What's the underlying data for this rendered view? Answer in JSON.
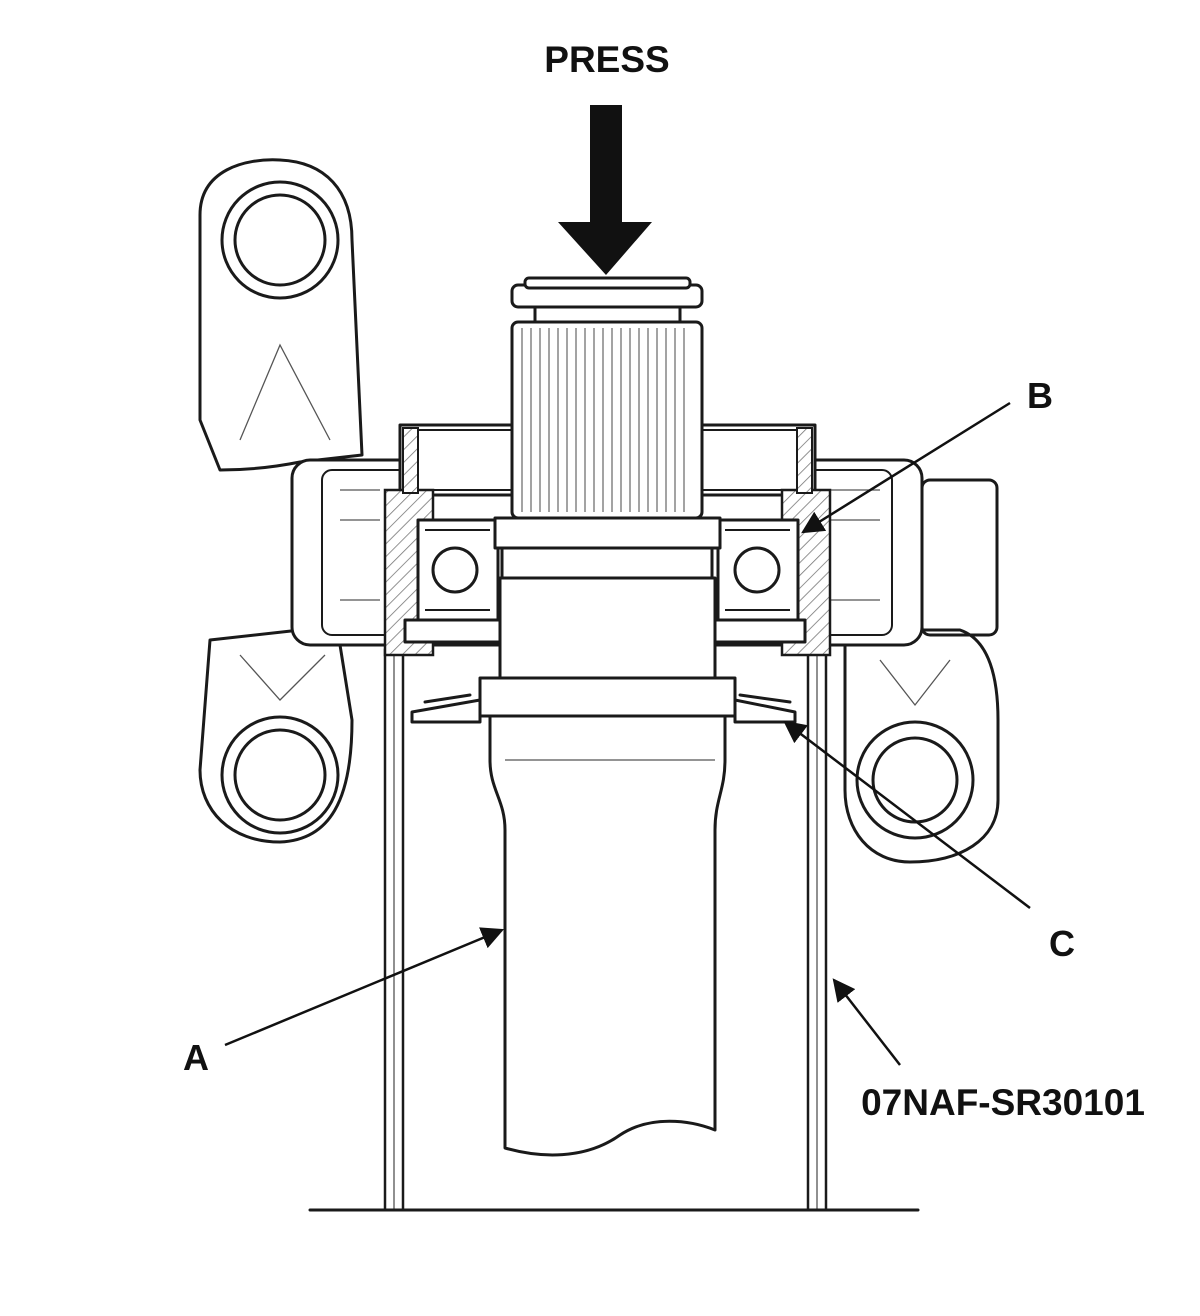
{
  "labels": {
    "press": "PRESS",
    "a": "A",
    "b": "B",
    "c": "C",
    "tool": "07NAF-SR30101"
  },
  "colors": {
    "line": "#1a1a1a",
    "background": "#ffffff",
    "hatch": "#777777"
  }
}
